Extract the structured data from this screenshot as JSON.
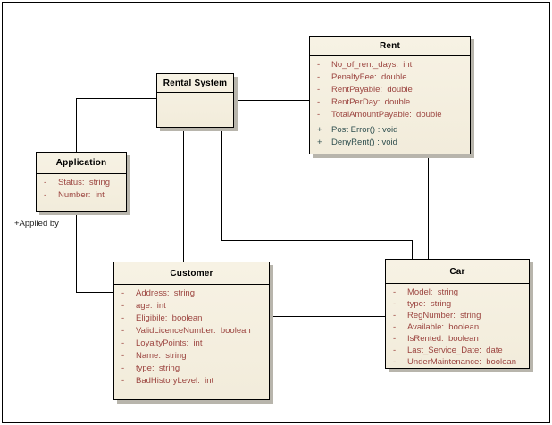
{
  "classes": {
    "rental_system": {
      "name": "Rental System",
      "attributes": [],
      "methods": []
    },
    "rent": {
      "name": "Rent",
      "attributes": [
        "No_of_rent_days:  int",
        "PenaltyFee:  double",
        "RentPayable:  double",
        "RentPerDay:  double",
        "TotalAmountPayable:  double"
      ],
      "methods": [
        "Post Error() : void",
        "DenyRent() : void"
      ]
    },
    "application": {
      "name": "Application",
      "attributes": [
        "Status:  string",
        "Number:  int"
      ],
      "methods": []
    },
    "customer": {
      "name": "Customer",
      "attributes": [
        "Address:  string",
        "age:  int",
        "Eligibile:  boolean",
        "ValidLicenceNumber:  boolean",
        "LoyaltyPoints:  int",
        "Name:  string",
        "type:  string",
        "BadHistoryLevel:  int"
      ],
      "methods": []
    },
    "car": {
      "name": "Car",
      "attributes": [
        "Model:  string",
        "type:  string",
        "RegNumber:  string",
        "Available:  boolean",
        "IsRented:  boolean",
        "Last_Service_Date:  date",
        "UnderMaintenance:  boolean"
      ],
      "methods": []
    }
  },
  "markers": {
    "attribute": "-",
    "method": "+"
  },
  "labels": {
    "applied_by": "+Applied by"
  },
  "colors": {
    "class_fill": "#f2ecdb",
    "class_border": "#000000",
    "attribute_text": "#9c4540",
    "method_text": "#2f4f4f",
    "title_text": "#000000",
    "shadow": "#b8b5ac",
    "connector": "#000000"
  }
}
